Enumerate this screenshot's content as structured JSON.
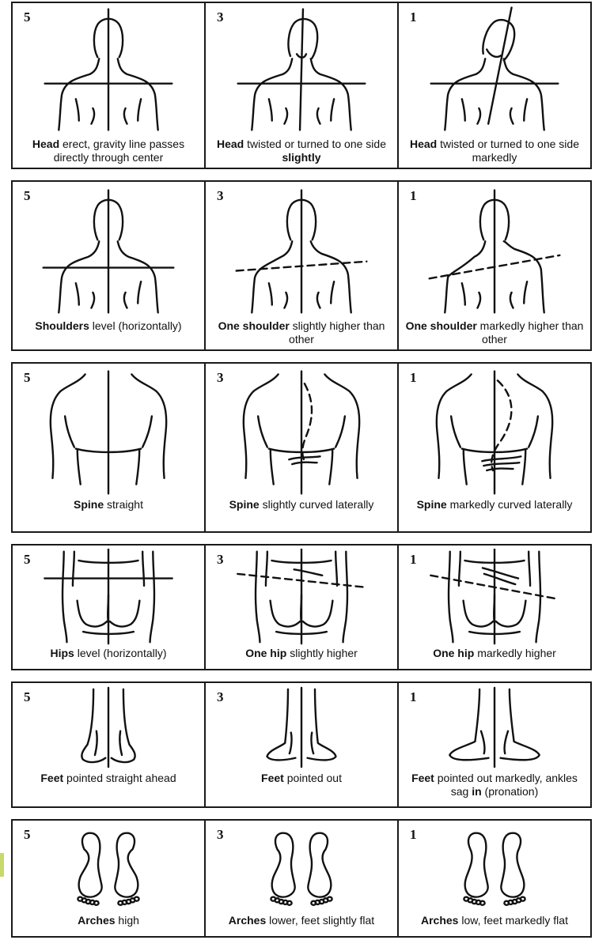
{
  "rows": [
    {
      "cells": [
        {
          "score": "5",
          "bold": "Head",
          "rest": " erect, gravity line passes directly through center",
          "fig": "head",
          "variant": 0
        },
        {
          "score": "3",
          "bold": "Head",
          "rest": " twisted or turned to one side ",
          "bold2": "slightly",
          "fig": "head",
          "variant": 1
        },
        {
          "score": "1",
          "bold": "Head",
          "rest": " twisted or turned to one side markedly",
          "fig": "head",
          "variant": 2
        }
      ]
    },
    {
      "cells": [
        {
          "score": "5",
          "bold": "Shoulders",
          "rest": " level (horizontally)",
          "fig": "shoulders",
          "variant": 0
        },
        {
          "score": "3",
          "bold": "One shoulder",
          "rest": " slightly higher than other",
          "fig": "shoulders",
          "variant": 1
        },
        {
          "score": "1",
          "bold": "One shoulder",
          "rest": " markedly higher than other",
          "fig": "shoulders",
          "variant": 2
        }
      ]
    },
    {
      "cells": [
        {
          "score": "5",
          "bold": "Spine",
          "rest": " straight",
          "fig": "spine",
          "variant": 0
        },
        {
          "score": "3",
          "bold": "Spine",
          "rest": " slightly curved laterally",
          "fig": "spine",
          "variant": 1
        },
        {
          "score": "1",
          "bold": "Spine",
          "rest": " markedly curved laterally",
          "fig": "spine",
          "variant": 2
        }
      ]
    },
    {
      "cells": [
        {
          "score": "5",
          "bold": "Hips",
          "rest": " level (horizontally)",
          "fig": "hips",
          "variant": 0
        },
        {
          "score": "3",
          "bold": "One hip",
          "rest": " slightly higher",
          "fig": "hips",
          "variant": 1
        },
        {
          "score": "1",
          "bold": "One hip",
          "rest": " markedly higher",
          "fig": "hips",
          "variant": 2
        }
      ]
    },
    {
      "cells": [
        {
          "score": "5",
          "bold": "Feet",
          "rest": " pointed straight ahead",
          "fig": "feet",
          "variant": 0
        },
        {
          "score": "3",
          "bold": "Feet",
          "rest": " pointed out",
          "fig": "feet",
          "variant": 1
        },
        {
          "score": "1",
          "bold": "Feet",
          "rest": " pointed out markedly, ankles sag ",
          "bold2": "in",
          "rest2": " (pronation)",
          "fig": "feet",
          "variant": 2
        }
      ]
    },
    {
      "cells": [
        {
          "score": "5",
          "bold": "Arches",
          "rest": " high",
          "fig": "arches",
          "variant": 0
        },
        {
          "score": "3",
          "bold": "Arches",
          "rest": " lower, feet slightly flat",
          "fig": "arches",
          "variant": 1
        },
        {
          "score": "1",
          "bold": "Arches",
          "rest": " low, feet markedly flat",
          "fig": "arches",
          "variant": 2
        }
      ]
    }
  ]
}
